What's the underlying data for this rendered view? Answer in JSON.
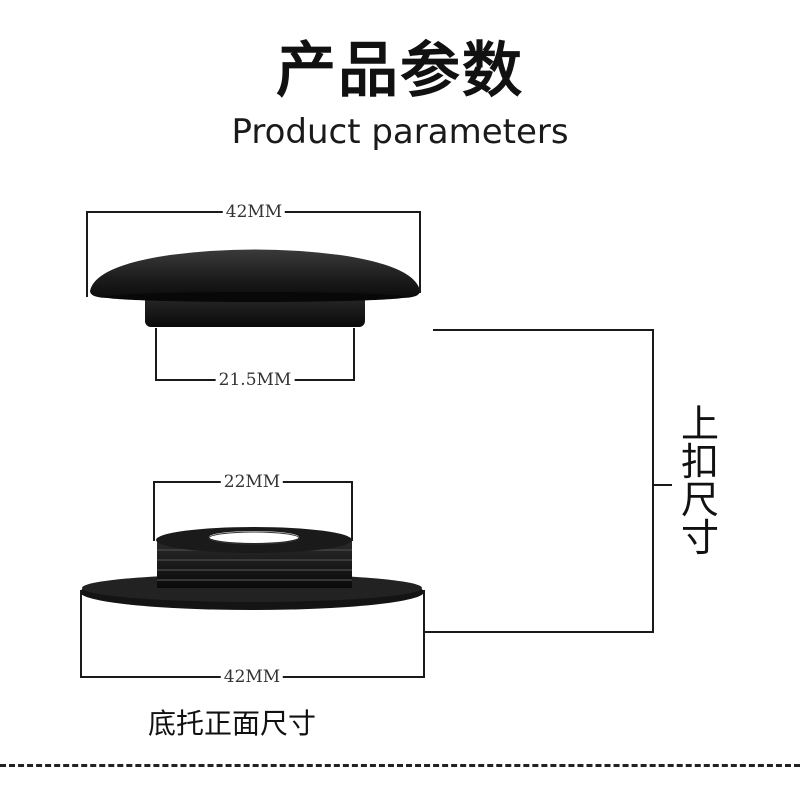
{
  "header": {
    "title_cn": "产品参数",
    "title_en": "Product parameters"
  },
  "top_cap": {
    "outer_diameter": "42MM",
    "inner_diameter": "21.5MM"
  },
  "bottom_base": {
    "thread_diameter": "22MM",
    "outer_diameter": "42MM"
  },
  "side_label": "上扣尺寸",
  "caption": "底托正面尺寸",
  "colors": {
    "part": "#141414",
    "line": "#1a1a1a",
    "background": "#ffffff"
  }
}
